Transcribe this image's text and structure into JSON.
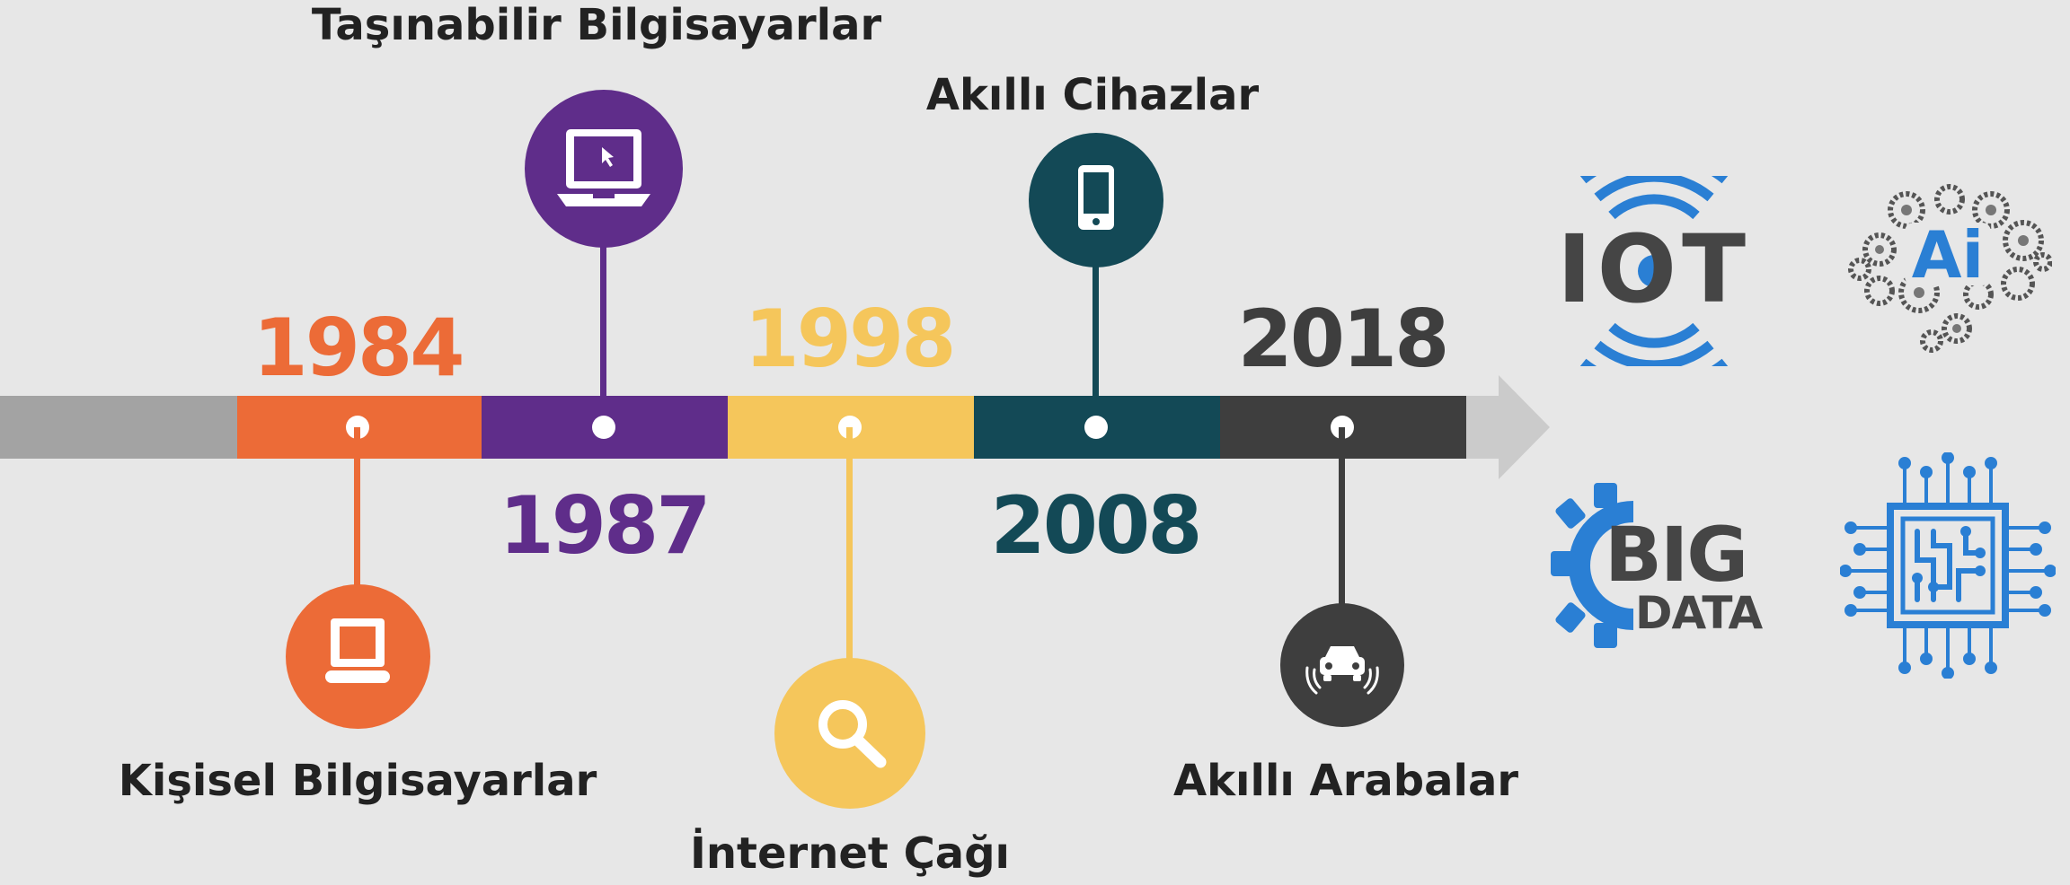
{
  "timeline": {
    "events": [
      {
        "year": "1984",
        "label": "Kişisel Bilgisayarlar",
        "color": "#ec6b37",
        "icon": "desktop-computer-icon"
      },
      {
        "year": "1987",
        "label": "Taşınabilir Bilgisayarlar",
        "color": "#5f2d8a",
        "icon": "laptop-icon"
      },
      {
        "year": "1998",
        "label": "İnternet Çağı",
        "color": "#f5c65b",
        "icon": "magnifier-icon"
      },
      {
        "year": "2008",
        "label": "Akıllı Cihazlar",
        "color": "#134956",
        "icon": "smartphone-icon"
      },
      {
        "year": "2018",
        "label": "Akıllı Arabalar",
        "color": "#3e3e3e",
        "icon": "smart-car-icon"
      }
    ],
    "lead_color": "#a3a3a3",
    "arrow_color": "#cbcbcb"
  },
  "logos": {
    "iot": {
      "text": "IOT",
      "icon": "iot-logo"
    },
    "ai": {
      "text": "Ai",
      "icon": "ai-brain-gears-logo"
    },
    "big_data": {
      "text_top": "BIG",
      "text_bottom": "DATA",
      "icon": "big-data-gear-logo"
    },
    "chip": {
      "icon": "circuit-chip-logo"
    }
  }
}
